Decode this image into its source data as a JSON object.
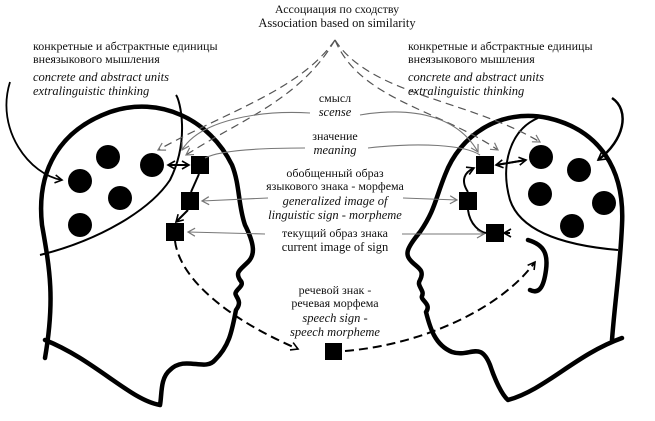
{
  "diagram": {
    "type": "communication-model",
    "colors": {
      "ink": "#000000",
      "connector": "#777777",
      "background": "#ffffff"
    },
    "top_label": {
      "ru": "Ассоциация по сходству",
      "en": "Association based on similarity"
    },
    "left_units_label": {
      "ru_line1": "конкретные и абстрактные единицы",
      "ru_line2": "внеязыкового мышления",
      "en_line1": "concrete and abstract units",
      "en_line2": "extralinguistic thinking"
    },
    "right_units_label": {
      "ru_line1": "конкретные и абстрактные единицы",
      "ru_line2": "внеязыкового мышления",
      "en_line1": "concrete and abstract units",
      "en_line2": "extralinguistic thinking"
    },
    "sense": {
      "ru": "смысл",
      "en": "scense"
    },
    "meaning": {
      "ru": "значение",
      "en": "meaning"
    },
    "generalized_image": {
      "ru_line1": "обобщенный образ",
      "ru_line2": "языкового знака - морфема",
      "en_line1": "generalized image of",
      "en_line2": "linguistic sign - morpheme"
    },
    "current_image": {
      "ru": "текущий образ знака",
      "en": "current image of sign"
    },
    "speech_sign": {
      "ru_line1": "речевой знак -",
      "ru_line2": "речевая морфема",
      "en_line1": "speech sign -",
      "en_line2": "speech morpheme"
    },
    "nodes": {
      "thinking_units_per_head": 5,
      "sign_squares_per_head": 3,
      "speech_square": 1
    }
  }
}
